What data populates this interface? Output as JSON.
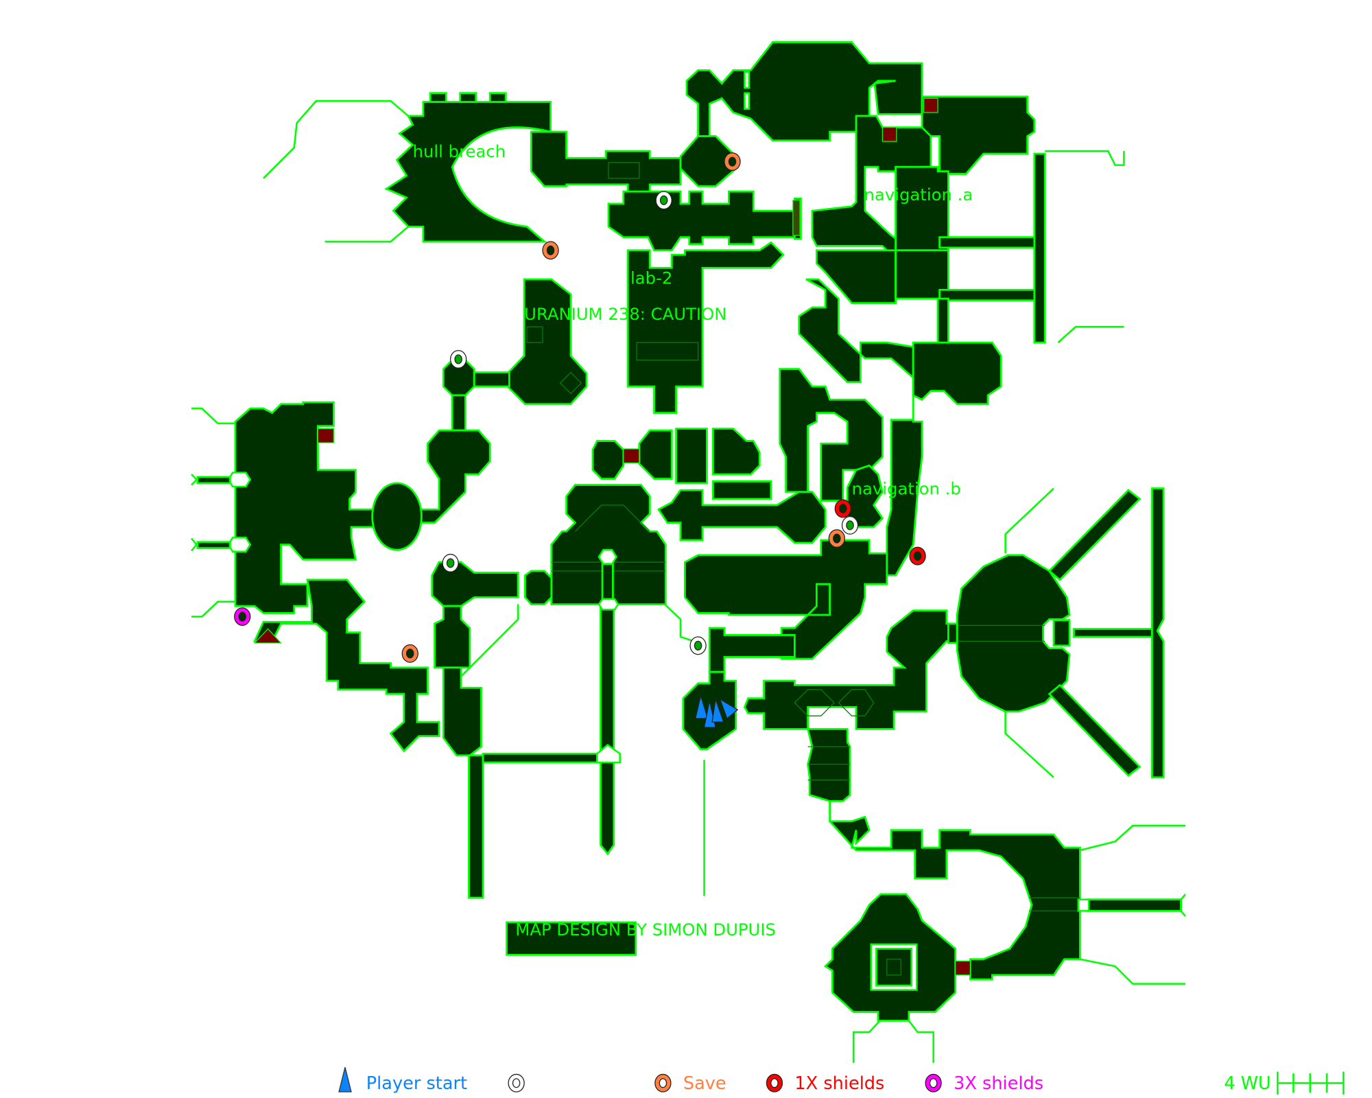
{
  "map": {
    "labels": {
      "hull_breach": "hull breach",
      "navigation_a": "navigation .a",
      "lab_2": "lab-2",
      "uranium": "URANIUM 238: CAUTION",
      "navigation_b": "navigation .b",
      "credit": "MAP DESIGN BY SIMON DUPUIS"
    },
    "colors": {
      "floor": "#003000",
      "wall": "#00ff00",
      "door": "#7a0000",
      "player_start": "#0a84ff",
      "item": "#ffffff",
      "save": "#ff8040",
      "shield_1x": "#ff0000",
      "shield_3x": "#ff00ff"
    }
  },
  "legend": {
    "player_start": "Player start",
    "item_unlabeled": "",
    "save": "Save",
    "shield_1x": "1X shields",
    "shield_3x": "3X shields",
    "scale": "4 WU"
  }
}
